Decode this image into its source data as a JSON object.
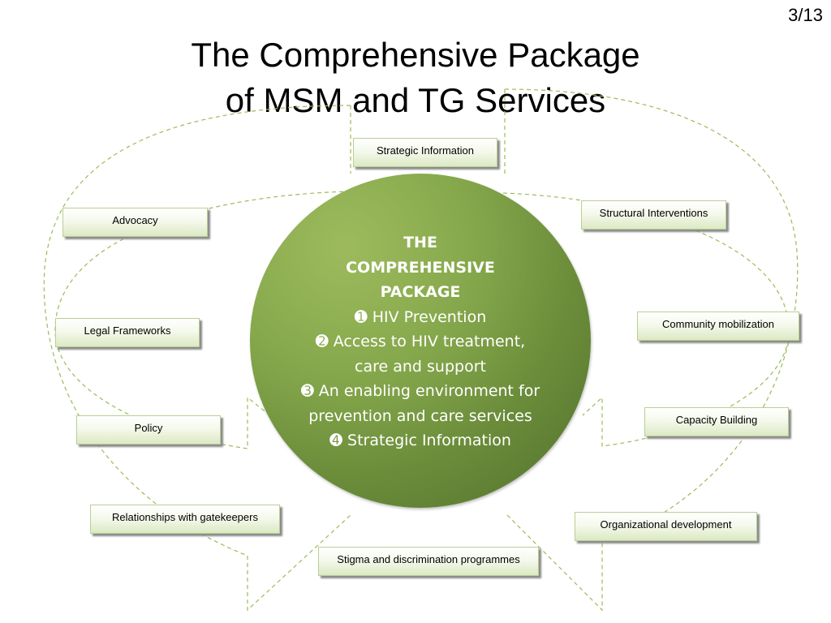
{
  "page_number": "3/13",
  "title": {
    "line1": "The Comprehensive Package",
    "line2": "of MSM and TG Services"
  },
  "center": {
    "heading": "THE COMPREHENSIVE PACKAGE",
    "items": [
      "➊ HIV Prevention",
      "➋ Access to HIV treatment, care and support",
      "➌ An enabling environment for prevention and care services",
      "➍ Strategic Information"
    ]
  },
  "components": [
    "Strategic Information",
    "Advocacy",
    "Structural Interventions",
    "Legal Frameworks",
    "Community mobilization",
    "Policy",
    "Capacity Building",
    "Relationships with gatekeepers",
    "Organizational development",
    "Stigma and discrimination programmes"
  ],
  "colors": {
    "circle": "#7a9a45",
    "box_border": "#b9cf93",
    "dashed_line": "#9bbb59"
  }
}
